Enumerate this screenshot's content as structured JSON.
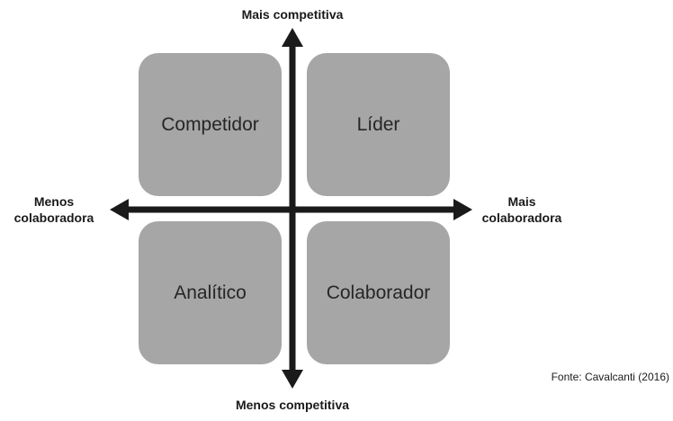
{
  "axes": {
    "top_label": "Mais competitiva",
    "bottom_label": "Menos competitiva",
    "left_label_line1": "Menos",
    "left_label_line2": "colaboradora",
    "right_label_line1": "Mais",
    "right_label_line2": "colaboradora"
  },
  "quadrants": {
    "top_left": "Competidor",
    "top_right": "Líder",
    "bottom_left": "Analítico",
    "bottom_right": "Colaborador"
  },
  "source": "Fonte: Cavalcanti (2016)",
  "colors": {
    "quadrant_fill": "#a6a6a6",
    "arrow": "#1a1a1a",
    "text": "#1a1a1a"
  }
}
